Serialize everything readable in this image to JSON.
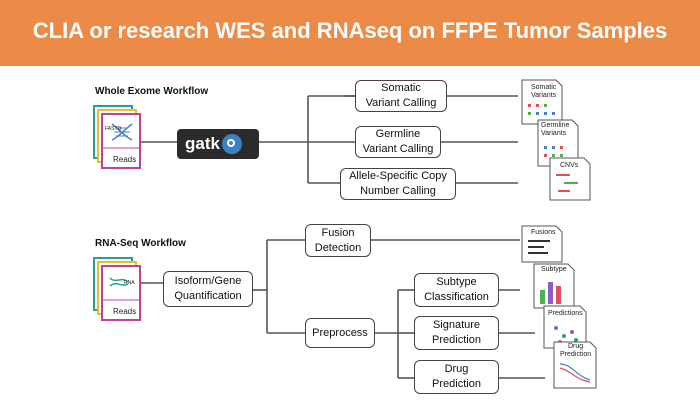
{
  "banner": {
    "title": "CLIA or research WES and RNAseq on FFPE Tumor Samples",
    "color": "#ec8a47"
  },
  "wes": {
    "section_title": "Whole Exome Workflow",
    "reads_label": "Reads",
    "reads_sublabel": "FASTQ",
    "tool_label": "gatk",
    "steps": {
      "somatic": "Somatic\nVariant Calling",
      "germline": "Germline\nVariant Calling",
      "cnv": "Allele-Specific Copy\nNumber Calling"
    },
    "outputs": {
      "somatic": "Somatic\nVariants",
      "germline": "Germline\nVariants",
      "cnv": "CNVs"
    }
  },
  "rna": {
    "section_title": "RNA-Seq Workflow",
    "reads_label": "Reads",
    "reads_sublabel": "RNA",
    "steps": {
      "isoform": "Isoform/Gene\nQuantification",
      "fusion": "Fusion\nDetection",
      "preprocess": "Preprocess",
      "subtype": "Subtype\nClassification",
      "signature": "Signature\nPrediction",
      "drug": "Drug\nPrediction"
    },
    "outputs": {
      "fusions": "Fusions",
      "subtype": "Subtype",
      "predictions": "Predictions",
      "drug": "Drug\nPrediction"
    }
  },
  "colors": {
    "doc_magenta": "#c0409a",
    "doc_teal": "#2a9d8f",
    "doc_blue": "#4a7fc1",
    "doc_yellow": "#e3c02c",
    "bar_green": "#4caf50",
    "bar_red": "#e0505a",
    "bar_purple": "#8e5cc4"
  }
}
